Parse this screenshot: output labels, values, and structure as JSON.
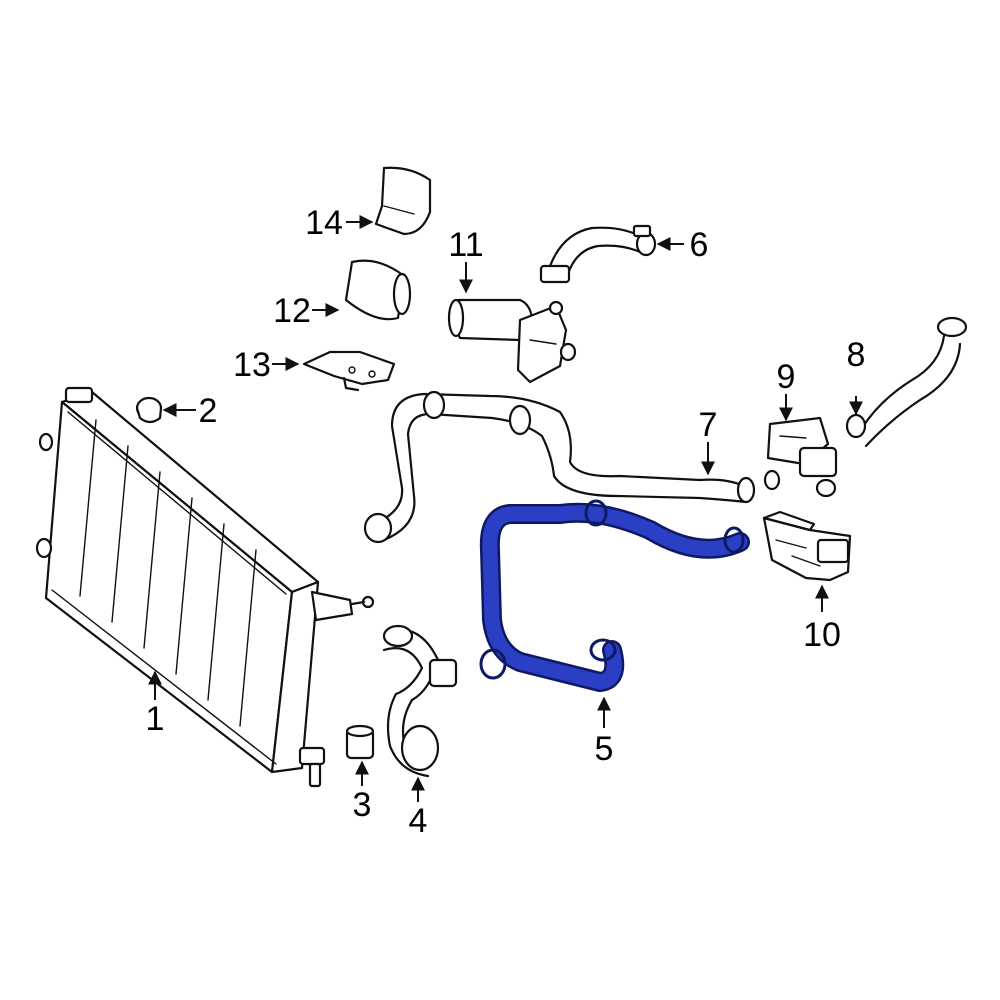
{
  "diagram": {
    "highlight_color": "#2a3fc4",
    "line_color": "#111111",
    "background": "#ffffff",
    "callouts": [
      {
        "id": "1",
        "label": "1"
      },
      {
        "id": "2",
        "label": "2"
      },
      {
        "id": "3",
        "label": "3"
      },
      {
        "id": "4",
        "label": "4"
      },
      {
        "id": "5",
        "label": "5"
      },
      {
        "id": "6",
        "label": "6"
      },
      {
        "id": "7",
        "label": "7"
      },
      {
        "id": "8",
        "label": "8"
      },
      {
        "id": "9",
        "label": "9"
      },
      {
        "id": "10",
        "label": "10"
      },
      {
        "id": "11",
        "label": "11"
      },
      {
        "id": "12",
        "label": "12"
      },
      {
        "id": "13",
        "label": "13"
      },
      {
        "id": "14",
        "label": "14"
      }
    ],
    "highlighted_part": "5"
  }
}
